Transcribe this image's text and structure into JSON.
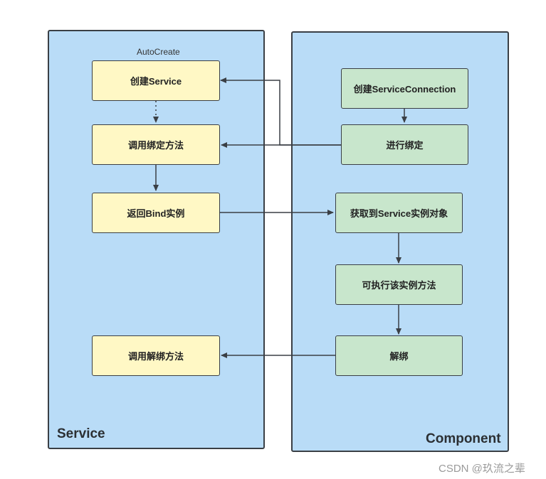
{
  "lanes": {
    "service": {
      "title": "Service"
    },
    "component": {
      "title": "Component"
    }
  },
  "caption": "AutoCreate",
  "nodes": {
    "create_service": "创建Service",
    "call_bind_method": "调用绑定方法",
    "return_bind_instance": "返回Bind实例",
    "call_unbind_method": "调用解绑方法",
    "create_service_connection": "创建ServiceConnection",
    "perform_bind": "进行绑定",
    "get_service_instance": "获取到Service实例对象",
    "can_execute_instance_method": "可执行该实例方法",
    "unbind": "解绑"
  },
  "colors": {
    "lane_fill": "#b9dcf7",
    "service_node_fill": "#fff8c5",
    "component_node_fill": "#c8e6cc",
    "stroke": "#3a3f45"
  },
  "watermark": "CSDN @玖流之辈"
}
